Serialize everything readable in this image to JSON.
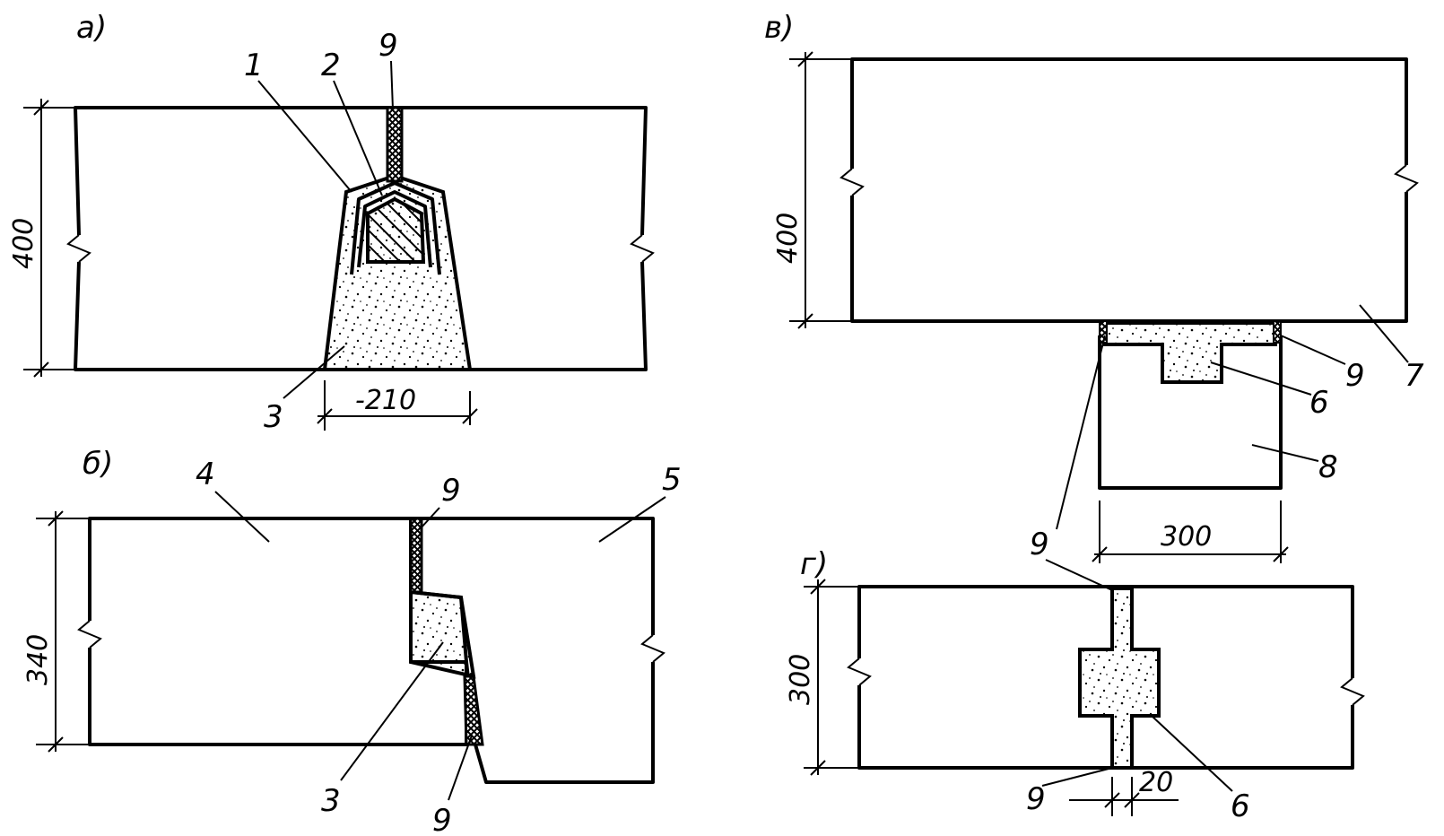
{
  "views": {
    "a": {
      "label": "а)",
      "height_dim": "400",
      "width_dim": "-210"
    },
    "b": {
      "label": "б)",
      "height_dim": "340"
    },
    "v": {
      "label": "в)",
      "height_dim": "400",
      "width_dim": "300"
    },
    "g": {
      "label": "г)",
      "height_dim": "300",
      "width_dim": "20"
    }
  },
  "callouts": {
    "n1": "1",
    "n2": "2",
    "n3": "3",
    "n4": "4",
    "n5": "5",
    "n6": "6",
    "n7": "7",
    "n8": "8",
    "n9": "9"
  },
  "colors": {
    "line": "#000000",
    "background": "#ffffff"
  }
}
